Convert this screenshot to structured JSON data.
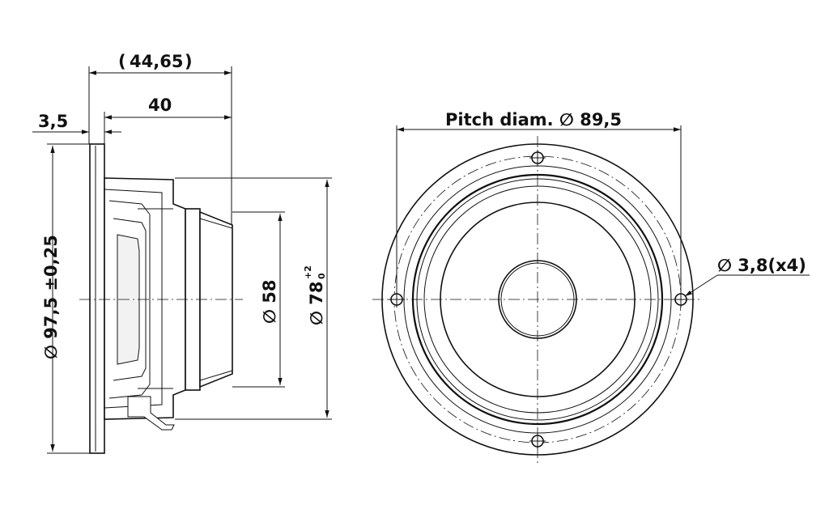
{
  "dimensions": {
    "overall_depth": "44,65",
    "overall_depth_paren_open": "(",
    "overall_depth_paren_close": ")",
    "depth": "40",
    "flange": "3,5",
    "pitch_diameter": "Pitch diam. ∅ 89,5",
    "hole_diameter": "∅ 3,8(x4)",
    "magnet_diameter": "∅ 58",
    "basket_diameter": "∅ 78",
    "basket_tol_upper": "+2",
    "basket_tol_lower": "0",
    "outer_diameter": "∅ 97,5 ±0,25"
  }
}
